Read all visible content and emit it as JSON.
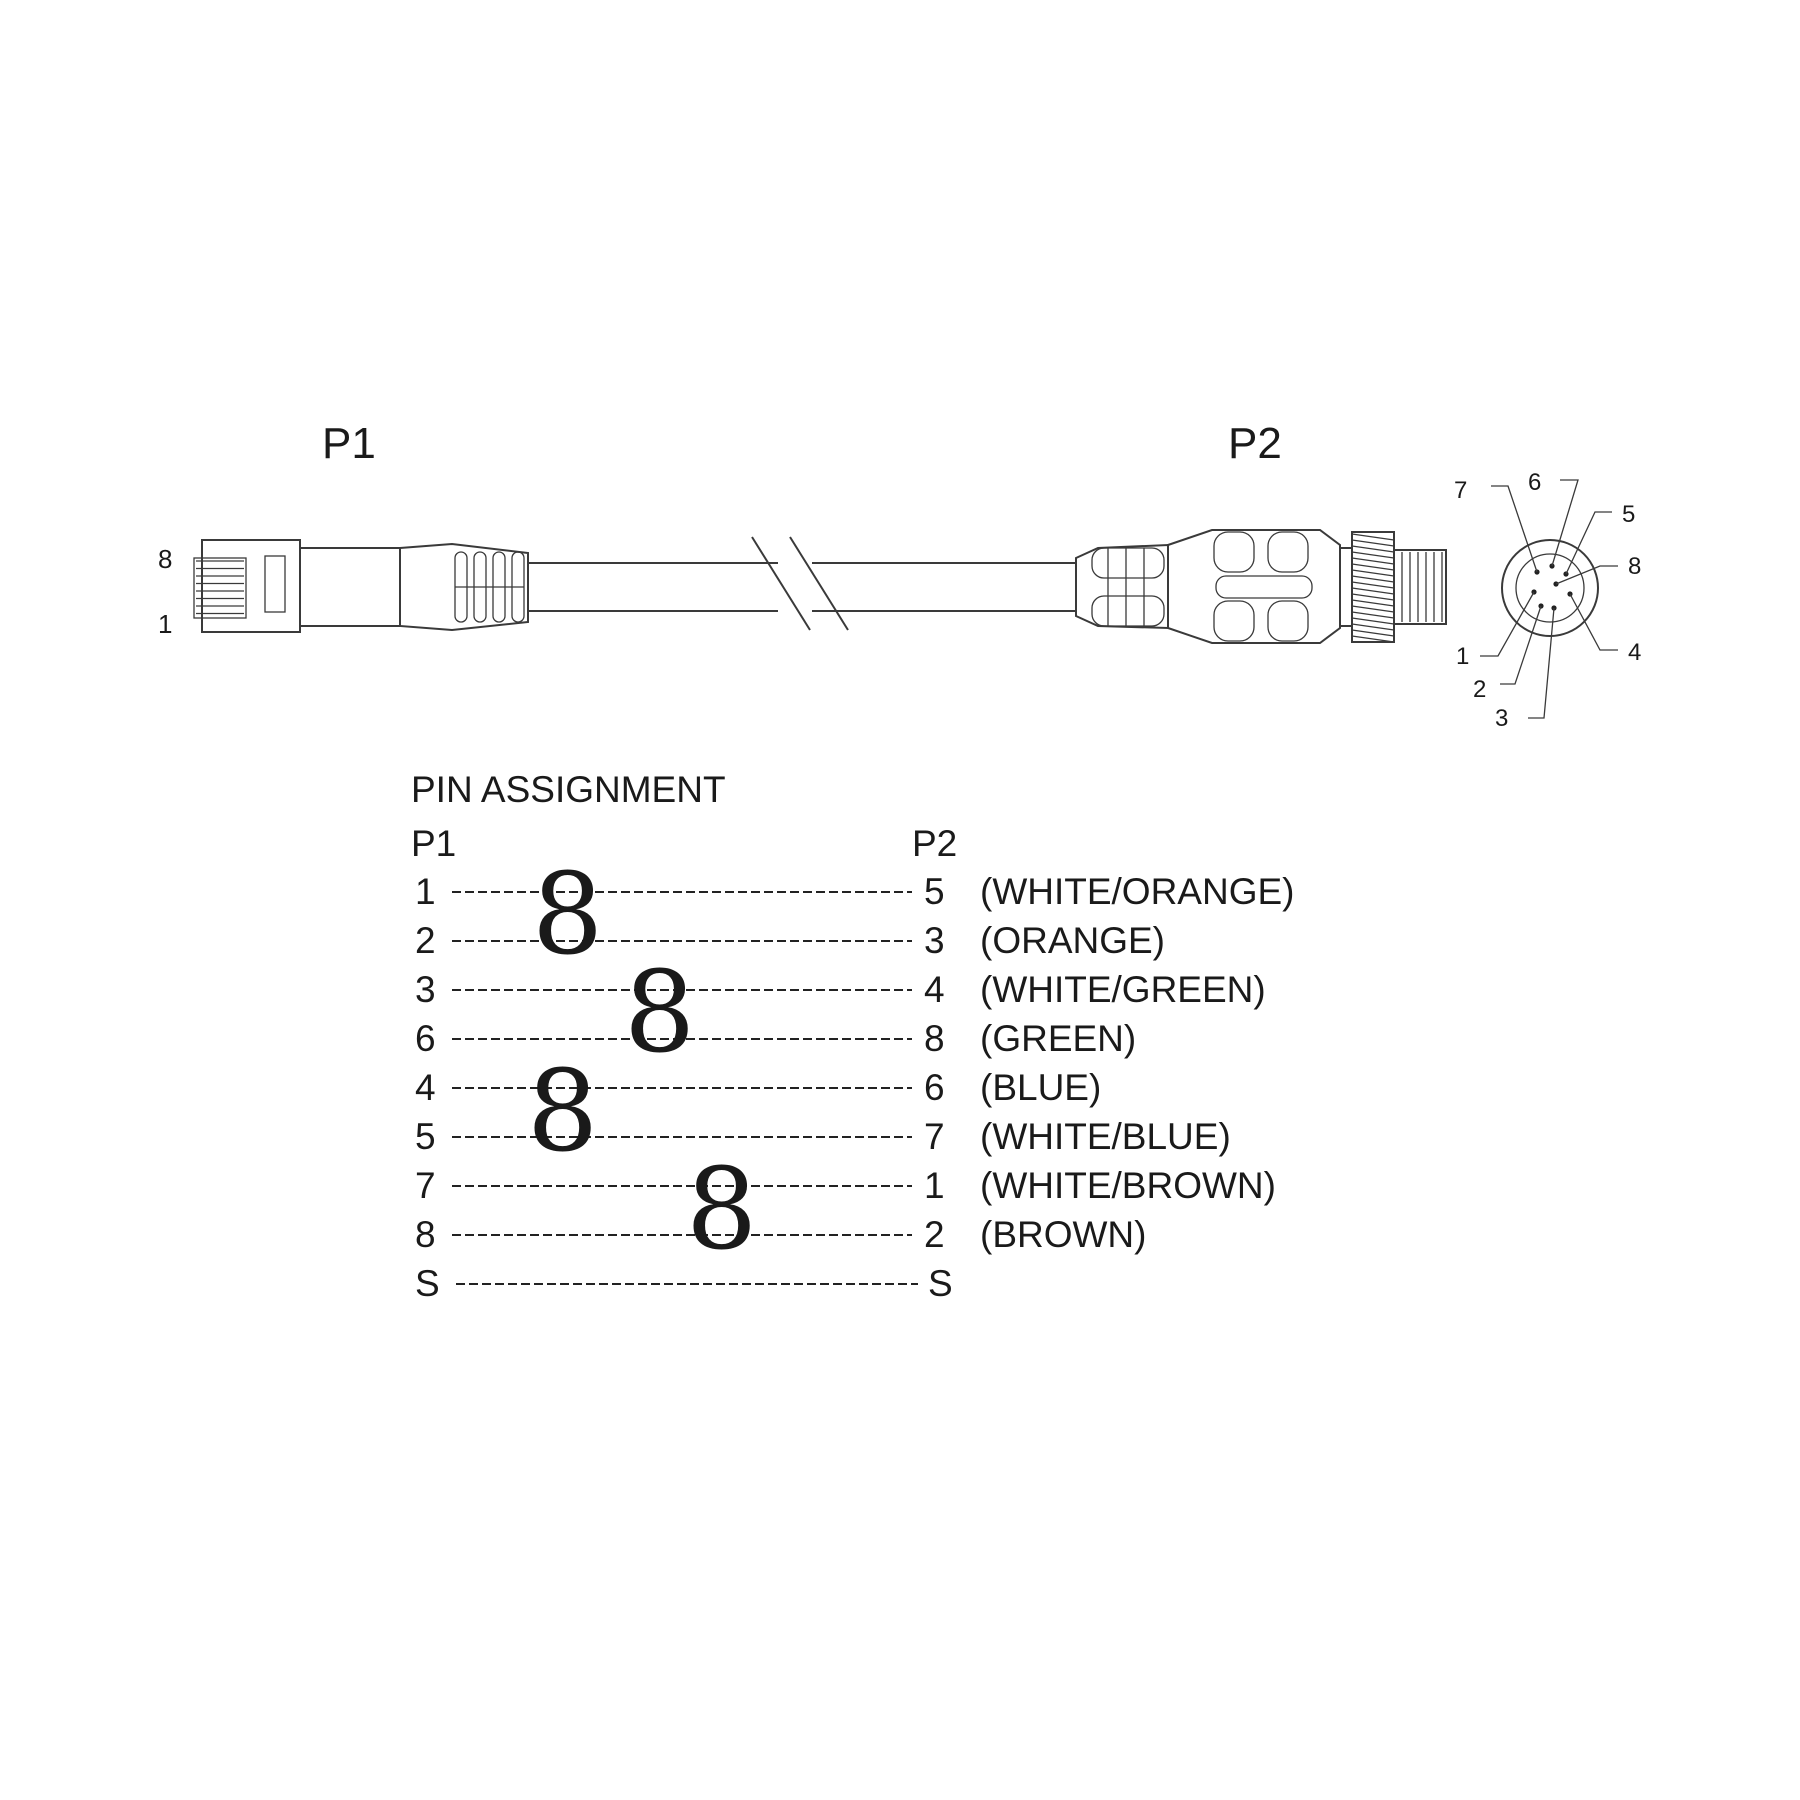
{
  "connectors": {
    "p1_label": "P1",
    "p2_label": "P2",
    "p1_pin_top": "8",
    "p1_pin_bottom": "1",
    "p2_face_pins": [
      "7",
      "6",
      "5",
      "8",
      "1",
      "4",
      "2",
      "3"
    ]
  },
  "pin_table": {
    "title": "PIN  ASSIGNMENT",
    "col_p1": "P1",
    "col_p2": "P2",
    "rows": [
      {
        "p1": "1",
        "p2": "5",
        "color": "(WHITE/ORANGE)"
      },
      {
        "p1": "2",
        "p2": "3",
        "color": "(ORANGE)"
      },
      {
        "p1": "3",
        "p2": "4",
        "color": "(WHITE/GREEN)"
      },
      {
        "p1": "6",
        "p2": "8",
        "color": "(GREEN)"
      },
      {
        "p1": "4",
        "p2": "6",
        "color": "(BLUE)"
      },
      {
        "p1": "5",
        "p2": "7",
        "color": "(WHITE/BLUE)"
      },
      {
        "p1": "7",
        "p2": "1",
        "color": "(WHITE/BROWN)"
      },
      {
        "p1": "8",
        "p2": "2",
        "color": "(BROWN)"
      },
      {
        "p1": "S",
        "p2": "S",
        "color": ""
      }
    ],
    "twist_symbol": "8"
  }
}
